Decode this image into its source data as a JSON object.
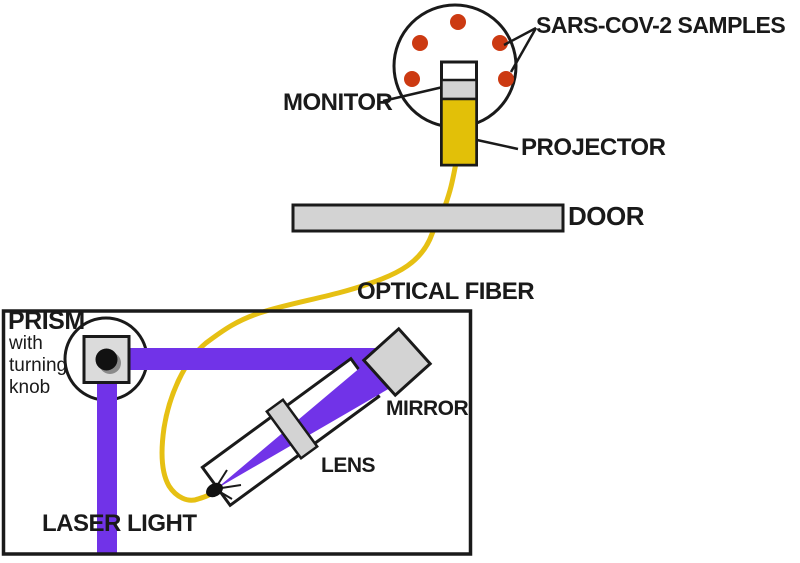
{
  "diagram": {
    "title_context": "laser-optical setup for SARS-CoV-2 sample sensing",
    "colors": {
      "beam_purple": "#7133E8",
      "fiber_yellow": "#E6C013",
      "projector_yellow": "#E2C008",
      "sample_red": "#CC3A12",
      "fill_gray": "#D3D3D3",
      "prism_gray": "#DBDBDB",
      "outline_black": "#1A1A1A",
      "background": "#FFFFFF"
    },
    "sample_count": 5,
    "labels": {
      "samples": "SARS-COV-2 SAMPLES",
      "monitor": "MONITOR",
      "projector": "PROJECTOR",
      "door": "DOOR",
      "optical_fiber": "OPTICAL FIBER",
      "prism_title": "PRISM",
      "prism_sub1": "with",
      "prism_sub2": "turning",
      "prism_sub3": "knob",
      "mirror": "MIRROR",
      "lens": "LENS",
      "laser_light": "LASER LIGHT"
    }
  }
}
